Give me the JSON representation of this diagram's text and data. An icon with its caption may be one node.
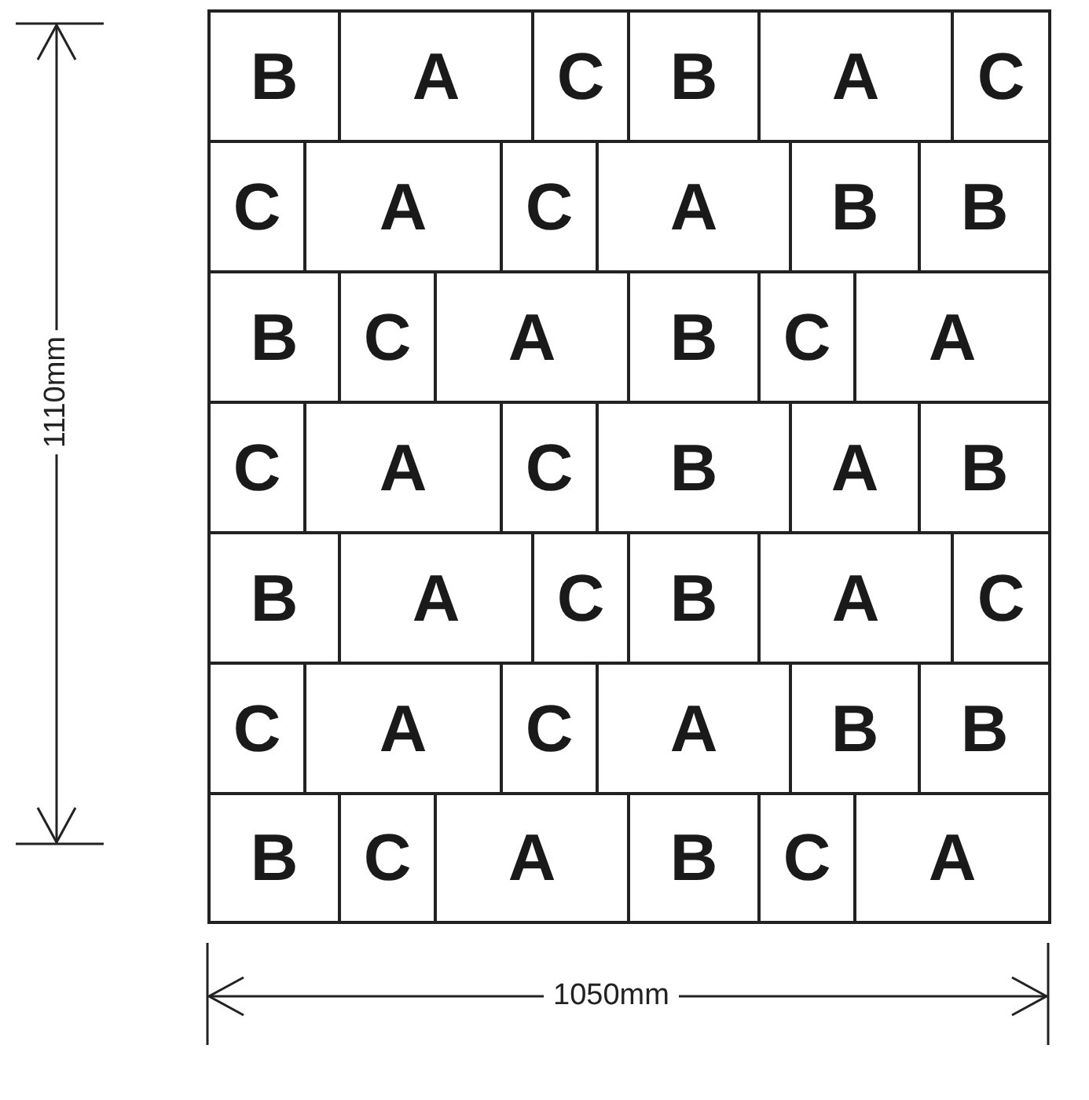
{
  "diagram": {
    "nodes": [
      {
        "text": [
          "B"
        ]
      },
      {
        "text": [
          "A"
        ]
      },
      {
        "text": [
          "C"
        ]
      },
      {
        "text": [
          "B"
        ]
      },
      {
        "text": [
          "A"
        ]
      },
      {
        "text": [
          "C"
        ]
      },
      {
        "text": [
          "C"
        ]
      },
      {
        "text": [
          "A"
        ]
      },
      {
        "text": [
          "C"
        ]
      },
      {
        "text": [
          "A"
        ]
      },
      {
        "text": [
          "B"
        ]
      },
      {
        "text": [
          "B"
        ]
      },
      {
        "text": [
          "B"
        ]
      },
      {
        "text": [
          "C"
        ]
      },
      {
        "text": [
          "A"
        ]
      },
      {
        "text": [
          "B"
        ]
      },
      {
        "text": [
          "C"
        ]
      },
      {
        "text": [
          "A"
        ]
      },
      {
        "text": [
          "C"
        ]
      },
      {
        "text": [
          "A"
        ]
      },
      {
        "text": [
          "C"
        ]
      },
      {
        "text": [
          "B"
        ]
      },
      {
        "text": [
          "A"
        ]
      },
      {
        "text": [
          "B"
        ]
      },
      {
        "text": [
          "B"
        ]
      },
      {
        "text": [
          "A"
        ]
      },
      {
        "text": [
          "C"
        ]
      },
      {
        "text": [
          "B"
        ]
      },
      {
        "text": [
          "A"
        ]
      },
      {
        "text": [
          "C"
        ]
      },
      {
        "text": [
          "C"
        ]
      },
      {
        "text": [
          "A"
        ]
      },
      {
        "text": [
          "C"
        ]
      },
      {
        "text": [
          "A"
        ]
      },
      {
        "text": [
          "B"
        ]
      },
      {
        "text": [
          "B"
        ]
      },
      {
        "text": [
          "B"
        ]
      },
      {
        "text": [
          "C"
        ]
      },
      {
        "text": [
          "A"
        ]
      },
      {
        "text": [
          "B"
        ]
      },
      {
        "text": [
          "C"
        ]
      },
      {
        "text": [
          "A"
        ]
      }
    ],
    "labels": [
      "1110mm",
      "1050mm"
    ]
  }
}
